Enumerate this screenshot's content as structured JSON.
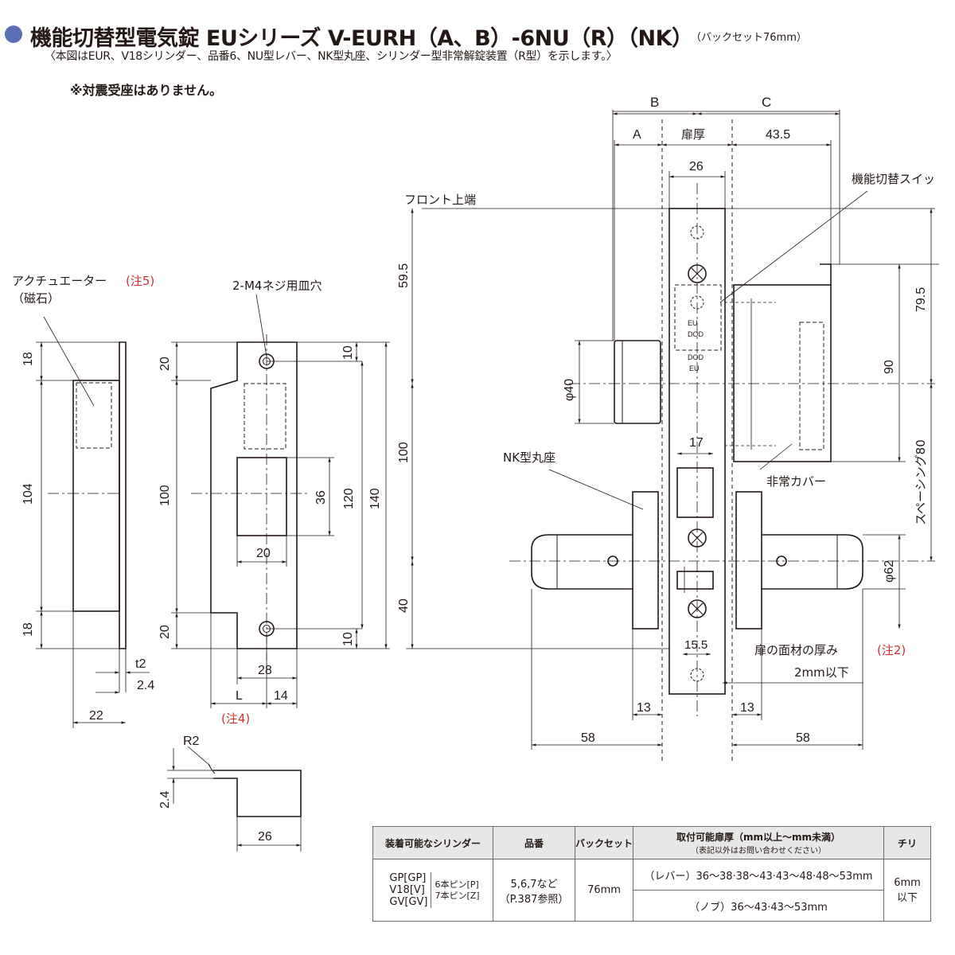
{
  "header": {
    "title": "機能切替型電気錠 EUシリーズ V-EURH（A、B）-6NU（R）（NK）",
    "title_suffix": "（バックセット76mm）",
    "subtitle": "〈本図はEUR、V18シリンダー、品番6、NU型レバー、NK型丸座、シリンダー型非常解錠装置（R型）を示します。〉",
    "note": "※対震受座はありません。"
  },
  "strike_view": {
    "actuator_label": "アクチュエーター",
    "actuator_note": "(注5)",
    "magnet_label": "（磁石）",
    "dims": {
      "top": "18",
      "middle": "104",
      "bottom": "18",
      "t": "t2",
      "thickness": "2.4",
      "width": "22"
    }
  },
  "strike_plate": {
    "holes_label": "2-M4ネジ用皿穴",
    "dims": {
      "left_top": "20",
      "left_mid": "100",
      "left_bottom": "20",
      "right_top": "10",
      "right_bottom": "10",
      "opening_h": "36",
      "opening_w": "20",
      "inner": "120",
      "outer": "140",
      "bottom_w": "28",
      "bottom_l": "L",
      "bottom_14": "14"
    },
    "note4": "(注4)",
    "section": {
      "r": "R2",
      "t": "2.4",
      "w": "26"
    }
  },
  "lock_view": {
    "front_label": "フロント上端",
    "nk_label": "NK型丸座",
    "switch_label": "機能切替スイッ",
    "cover_label": "非常カバー",
    "door_face_label": "扉の面材の厚み",
    "door_face_note": "(注2)",
    "door_face_limit": "2mm以下",
    "dims": {
      "B": "B",
      "C": "C",
      "A": "A",
      "door": "扉厚",
      "d43_5": "43.5",
      "d26": "26",
      "d59_5": "59.5",
      "d100": "100",
      "d40": "40",
      "phi40": "φ40",
      "d17": "17",
      "d15_5": "15.5",
      "d79_5": "79.5",
      "d90": "90",
      "spacing": "スペーシング80",
      "phi62": "φ62",
      "d13_l": "13",
      "d13_r": "13",
      "d58_l": "58",
      "d58_r": "58"
    },
    "case_marks": [
      "EU",
      "DOD",
      "DOD",
      "EU"
    ]
  },
  "spec_table": {
    "headers": [
      "装着可能なシリンダー",
      "品番",
      "バックセット",
      "取付可能扉厚（mm以上～mm未満）",
      "チリ"
    ],
    "header_sub": "（表記以外はお問い合わせください）",
    "cylinders": [
      "GP[GP]",
      "V18[V]",
      "GV[GV]"
    ],
    "pins": [
      "6本ピン[P]",
      "7本ピン[Z]"
    ],
    "part_no": "5,6,7など",
    "part_ref": "（P.387参照）",
    "backset": "76mm",
    "thickness_lever": "（レバー）36～38·38～43·43～48·48～53mm",
    "thickness_knob": "（ノブ）36～43·43～53mm",
    "chiri": "6mm",
    "chiri_sub": "以下"
  }
}
